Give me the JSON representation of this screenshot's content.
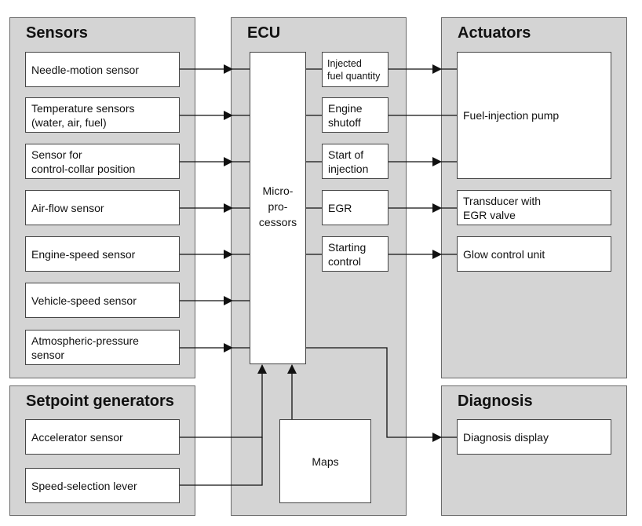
{
  "sensors": {
    "title": "Sensors",
    "items": [
      "Needle-motion sensor",
      "Temperature sensors\n(water, air, fuel)",
      "Sensor for\ncontrol-collar position",
      "Air-flow sensor",
      "Engine-speed sensor",
      "Vehicle-speed sensor",
      "Atmospheric-pressure\nsensor"
    ]
  },
  "setpoint": {
    "title": "Setpoint generators",
    "items": [
      "Accelerator sensor",
      "Speed-selection lever"
    ]
  },
  "ecu": {
    "title": "ECU",
    "microprocessors": "Micro-\npro-\ncessors",
    "functions": [
      "Injected\nfuel quantity",
      "Engine\nshutoff",
      "Start of\ninjection",
      "EGR",
      "Starting\ncontrol"
    ],
    "maps": "Maps"
  },
  "actuators": {
    "title": "Actuators",
    "items": [
      "Fuel-injection pump",
      "Transducer with\nEGR valve",
      "Glow control unit"
    ]
  },
  "diagnosis": {
    "title": "Diagnosis",
    "items": [
      "Diagnosis display"
    ]
  }
}
